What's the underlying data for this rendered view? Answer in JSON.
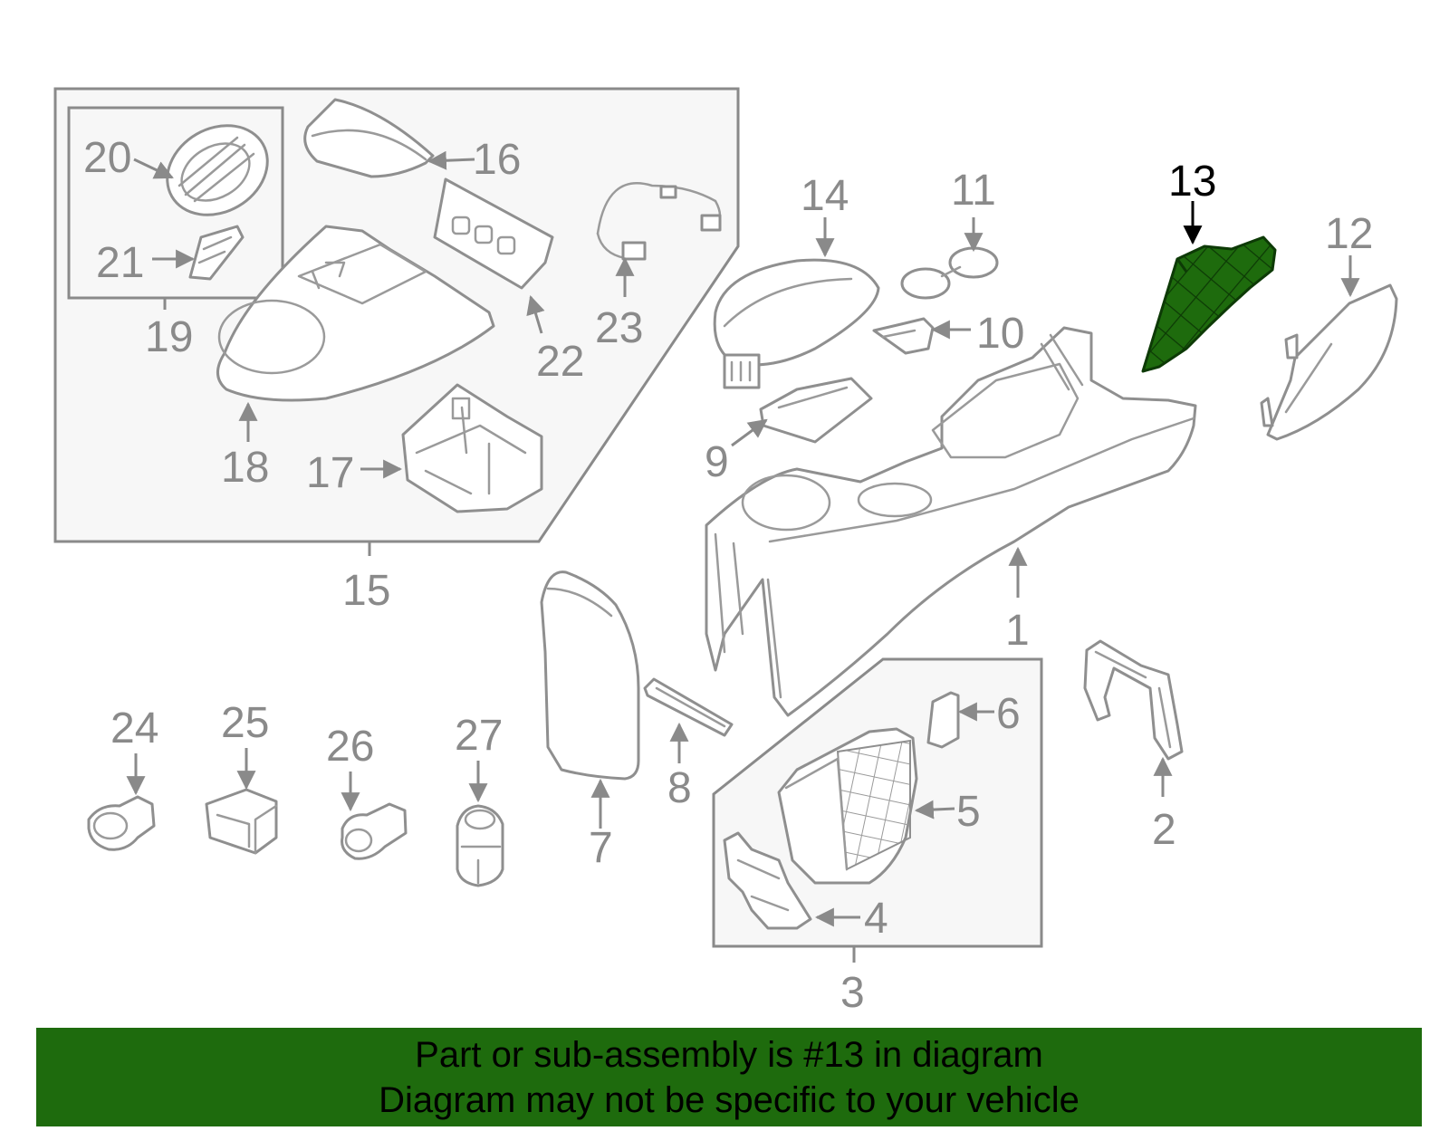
{
  "diagram": {
    "highlight_part": "13",
    "highlight_color": "#1e6b0d",
    "labels": {
      "l1": "1",
      "l2": "2",
      "l3": "3",
      "l4": "4",
      "l5": "5",
      "l6": "6",
      "l7": "7",
      "l8": "8",
      "l9": "9",
      "l10": "10",
      "l11": "11",
      "l12": "12",
      "l13": "13",
      "l14": "14",
      "l15": "15",
      "l16": "16",
      "l17": "17",
      "l18": "18",
      "l19": "19",
      "l20": "20",
      "l21": "21",
      "l22": "22",
      "l23": "23",
      "l24": "24",
      "l25": "25",
      "l26": "26",
      "l27": "27"
    }
  },
  "banner": {
    "line1": "Part or sub-assembly is #13 in diagram",
    "line2": "Diagram may not be specific to your vehicle",
    "background": "#1e6b0d"
  }
}
